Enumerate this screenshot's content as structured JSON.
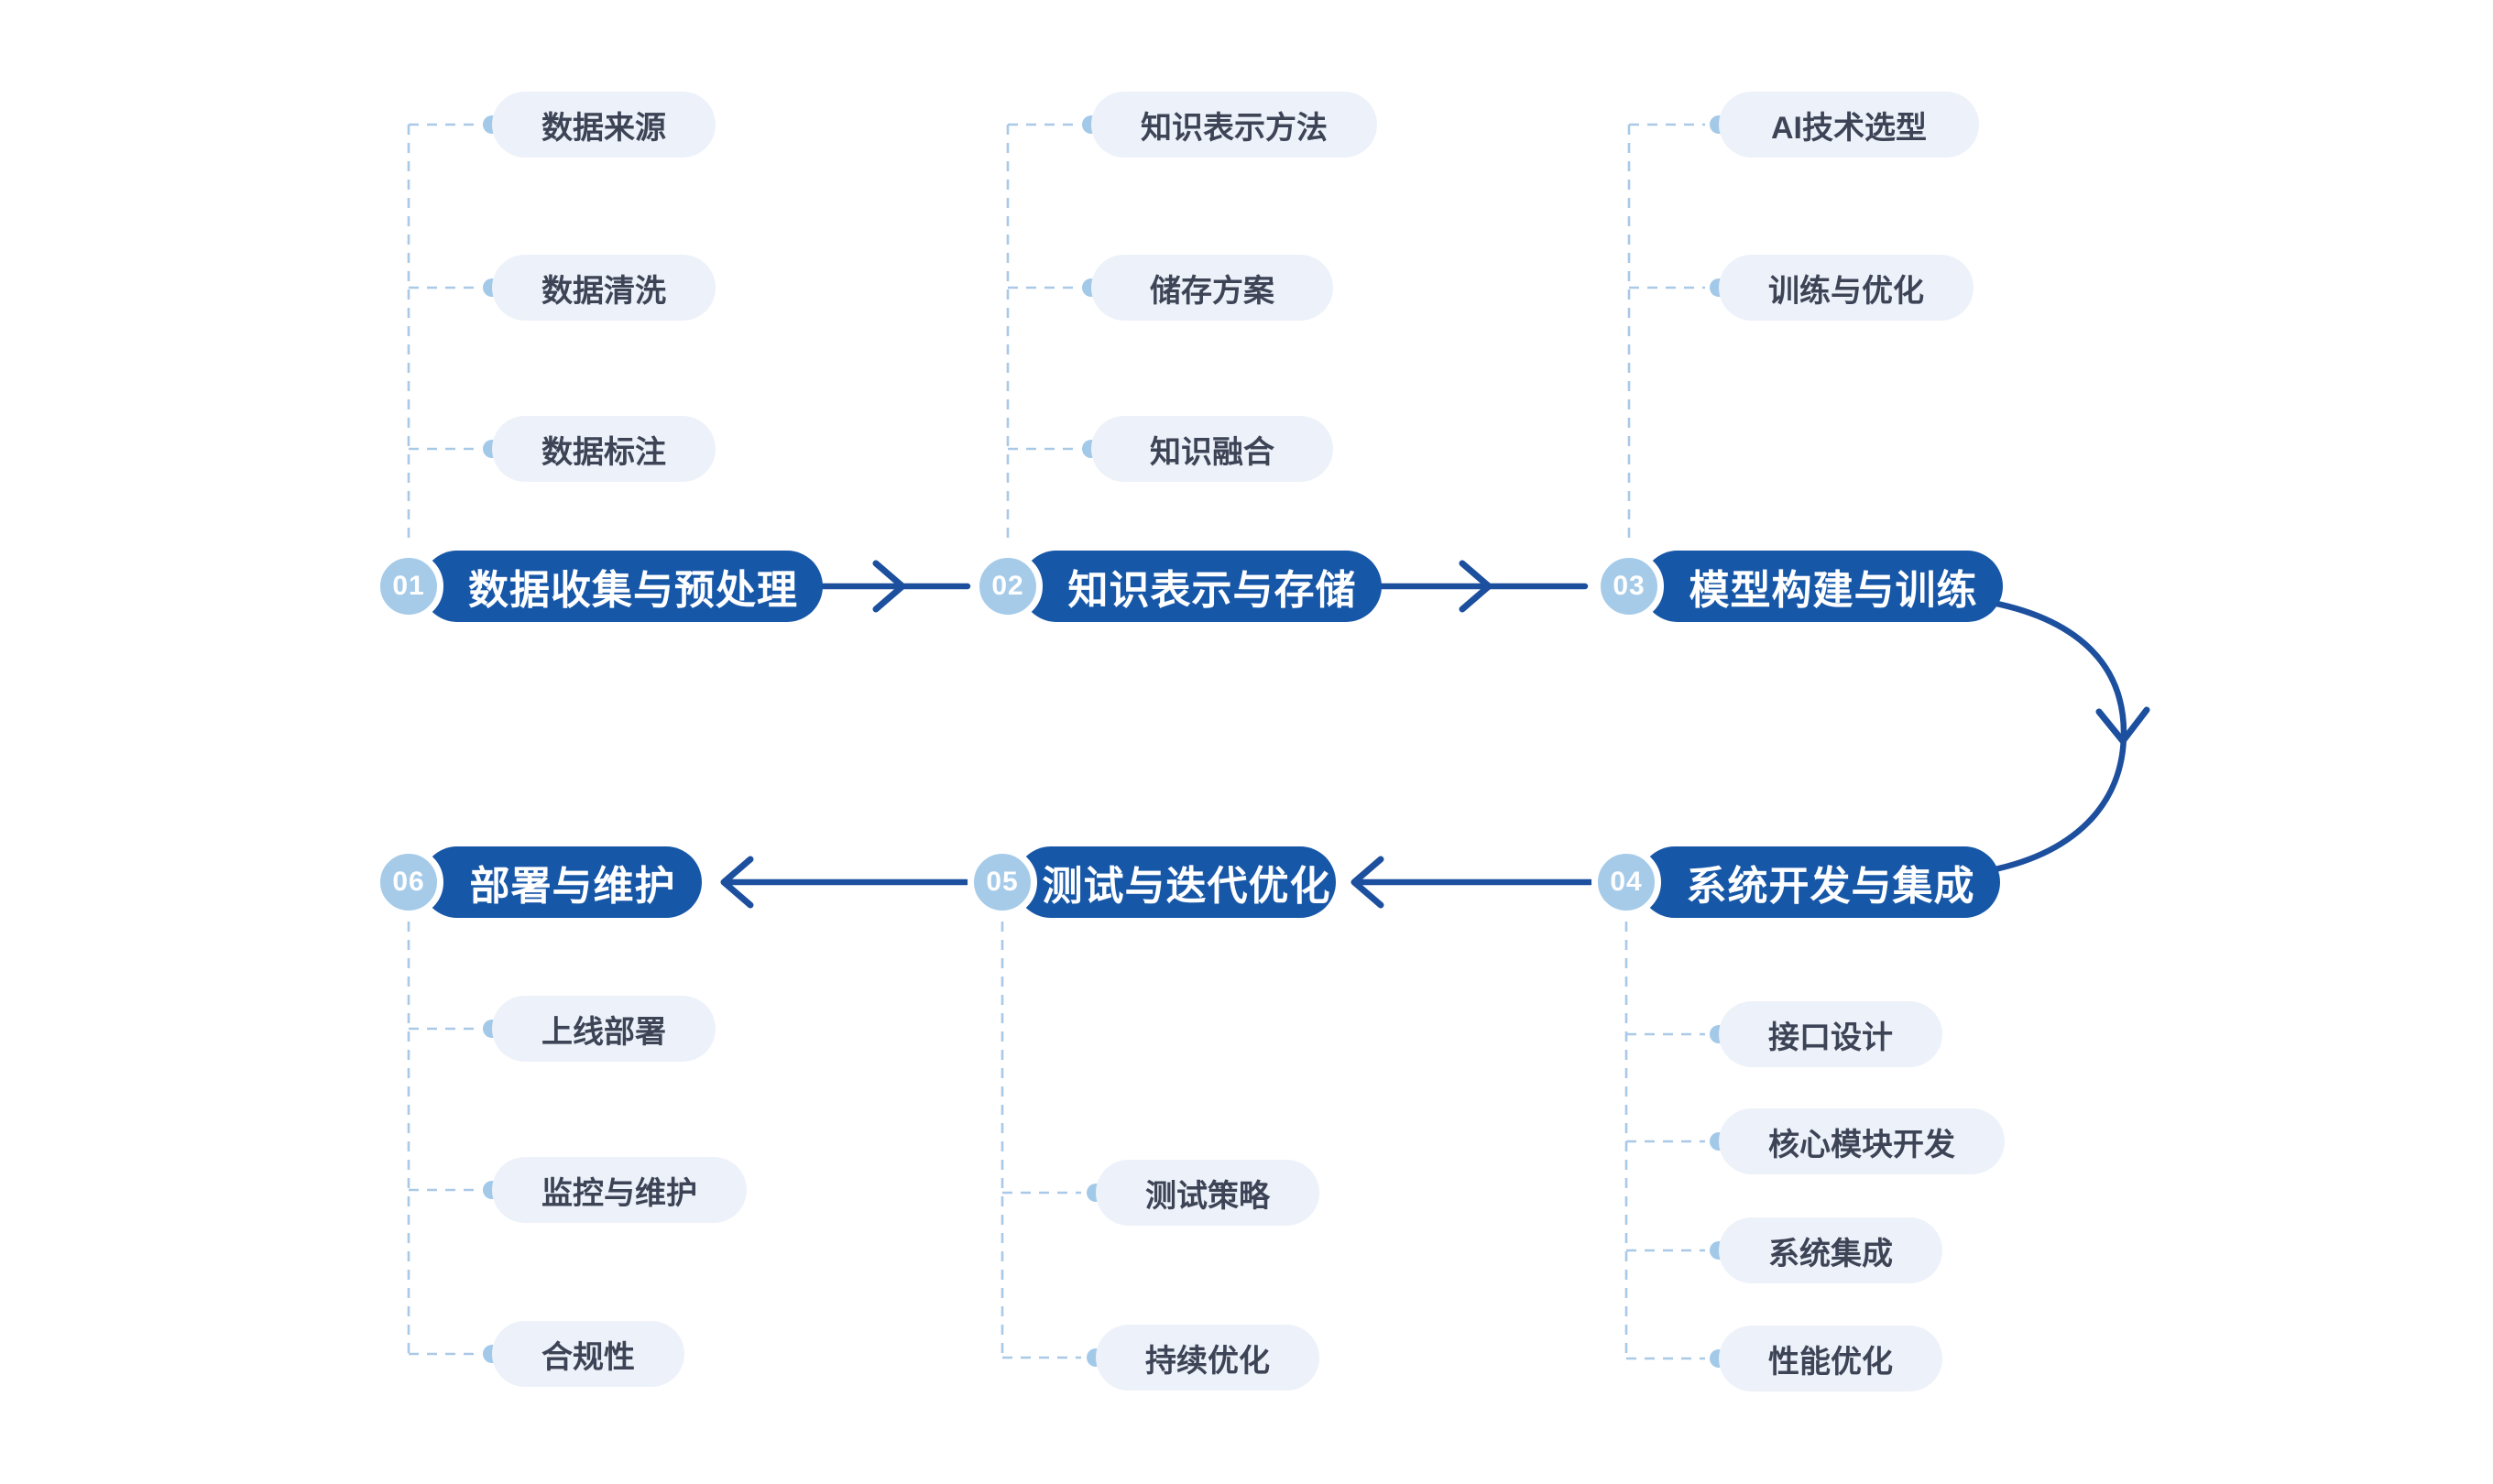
{
  "flow": {
    "steps": [
      {
        "number": "01",
        "label": "数据收集与预处理",
        "children": [
          "数据来源",
          "数据清洗",
          "数据标注"
        ]
      },
      {
        "number": "02",
        "label": "知识表示与存储",
        "children": [
          "知识表示方法",
          "储存方案",
          "知识融合"
        ]
      },
      {
        "number": "03",
        "label": "模型构建与训练",
        "children": [
          "AI技术选型",
          "训练与优化"
        ]
      },
      {
        "number": "04",
        "label": "系统开发与集成",
        "children": [
          "接口设计",
          "核心模块开发",
          "系统集成",
          "性能优化"
        ]
      },
      {
        "number": "05",
        "label": "测试与迭代优化",
        "children": [
          "测试策略",
          "持续优化"
        ]
      },
      {
        "number": "06",
        "label": "部署与维护",
        "children": [
          "上线部署",
          "监控与维护",
          "合规性"
        ]
      }
    ]
  },
  "colors": {
    "accent": "#1757A8",
    "arrow": "#1C4F9E",
    "circle": "#A6CBE9",
    "subbg": "#EDF1F9",
    "subtext": "#3D4456",
    "dash": "#A9C9E7",
    "dot": "#A3C9E9",
    "page": "#FFFFFF"
  }
}
